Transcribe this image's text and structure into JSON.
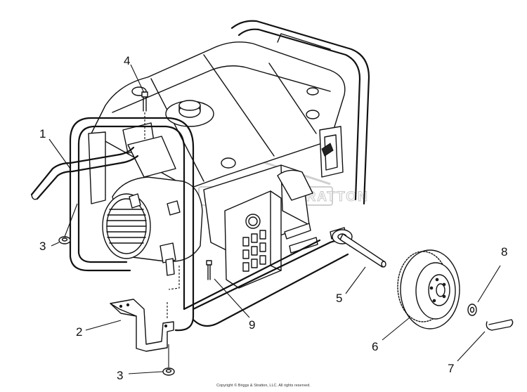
{
  "callouts": [
    "1",
    "2",
    "3",
    "3",
    "4",
    "5",
    "6",
    "7",
    "8",
    "9"
  ],
  "watermark": "BRIGGS & STRATTON",
  "copyright": "Copyright © Briggs & Stratton, LLC. All rights reserved."
}
